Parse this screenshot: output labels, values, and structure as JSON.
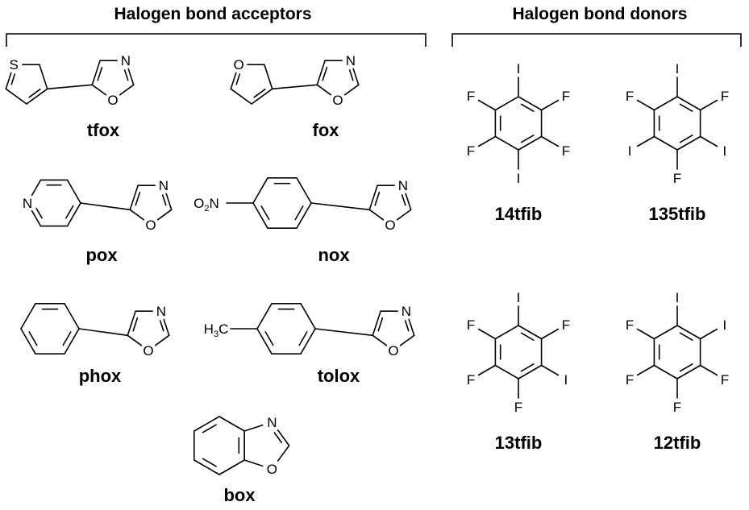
{
  "headers": {
    "acceptors": "Halogen bond acceptors",
    "donors": "Halogen bond donors"
  },
  "compounds": {
    "tfox": "tfox",
    "fox": "fox",
    "pox": "pox",
    "nox": "nox",
    "phox": "phox",
    "tolox": "tolox",
    "box": "box",
    "t14": "14tfib",
    "t135": "135tfib",
    "t13": "13tfib",
    "t12": "12tfib"
  },
  "atoms": {
    "N": "N",
    "O": "O",
    "S": "S",
    "I": "I",
    "F": "F",
    "methyl_main": "H",
    "methyl_sub": "3",
    "methyl_tail": "C",
    "nitro_main": "O",
    "nitro_sub": "2",
    "nitro_tail": "N"
  }
}
